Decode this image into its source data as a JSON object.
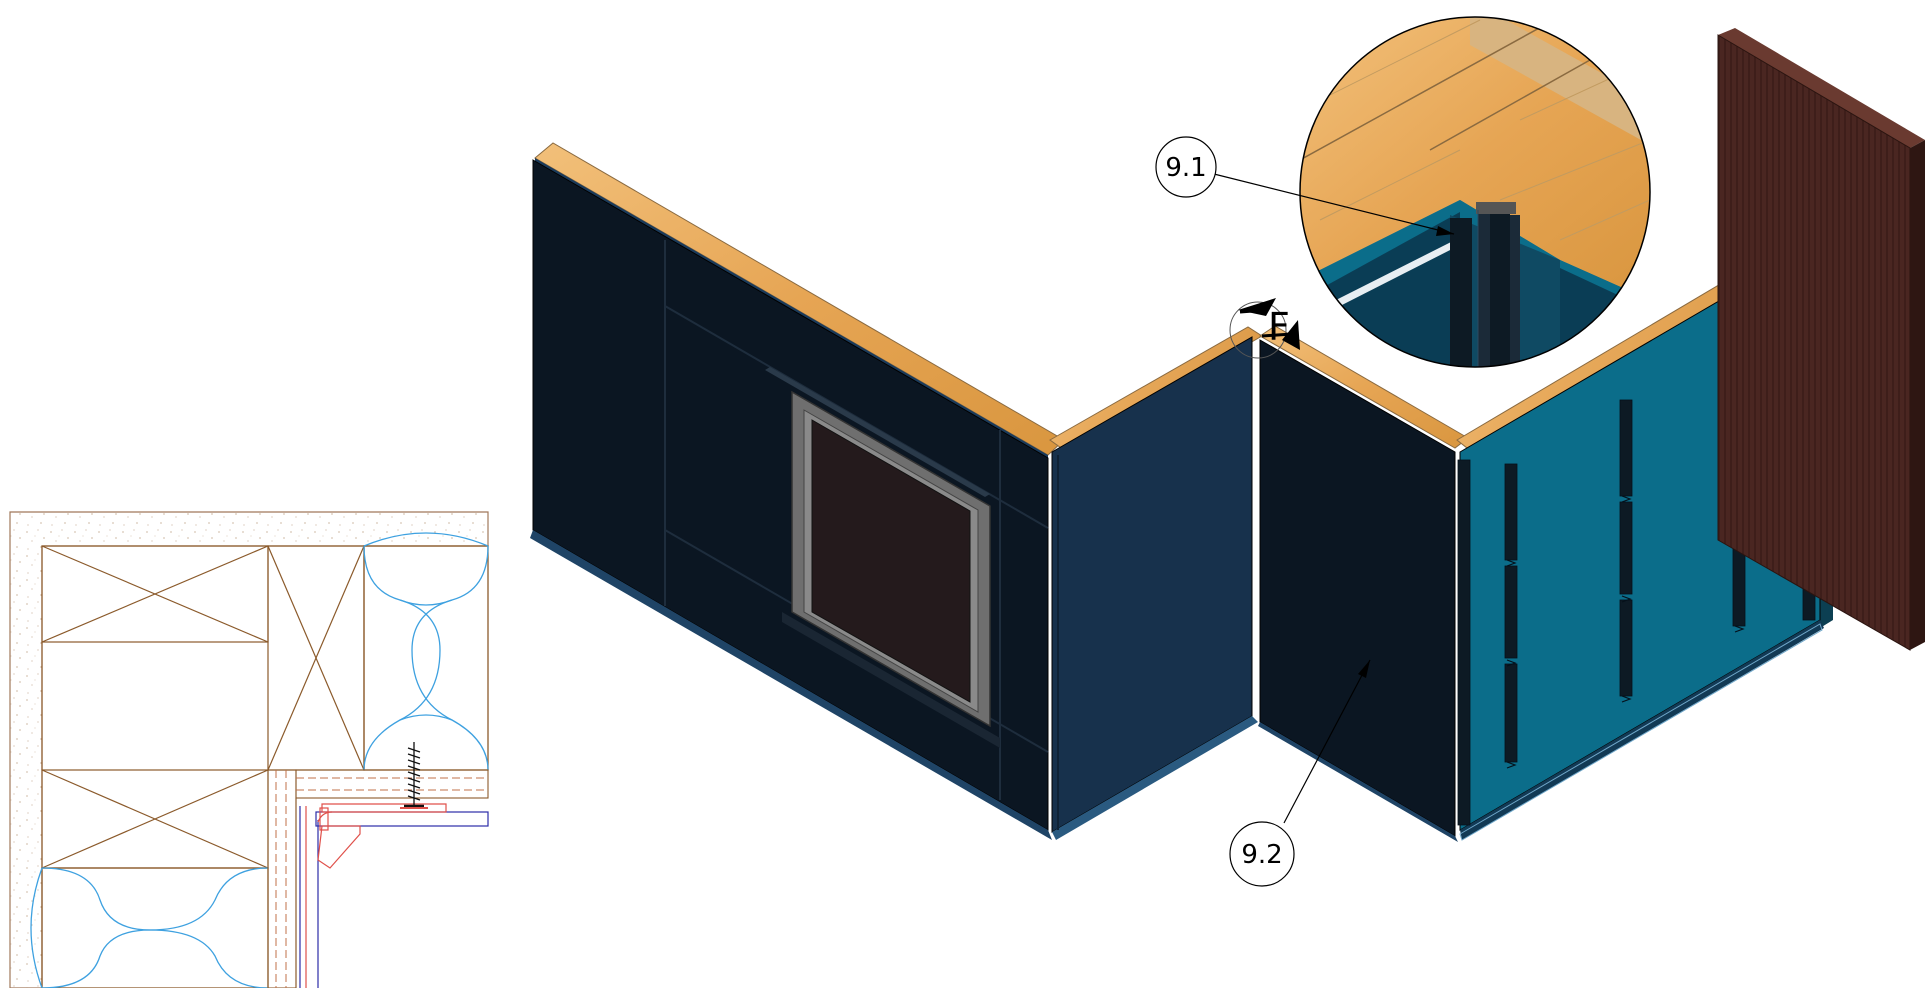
{
  "callouts": [
    {
      "id": "9.1",
      "label": "9.1"
    },
    {
      "id": "9.2",
      "label": "9.2"
    }
  ],
  "view_marker": {
    "letter": "F"
  },
  "colors": {
    "background": "#ffffff",
    "wall_dark": "#0b1622",
    "wall_inner_blue": "#17314c",
    "membrane_teal": "#0b6d8a",
    "wood_top": "#e9a95a",
    "brick": "#4a2621",
    "window_frame": "#7c7c7c",
    "window_glass": "#241a1c",
    "section_wood_line": "#8b5a2b",
    "section_insulation_line": "#3ea1e0",
    "section_profile_red": "#e0504a",
    "section_profile_blue": "#2c2ca8"
  },
  "icons": [
    "section-view-arrow-icon",
    "fastener-screw-icon"
  ]
}
